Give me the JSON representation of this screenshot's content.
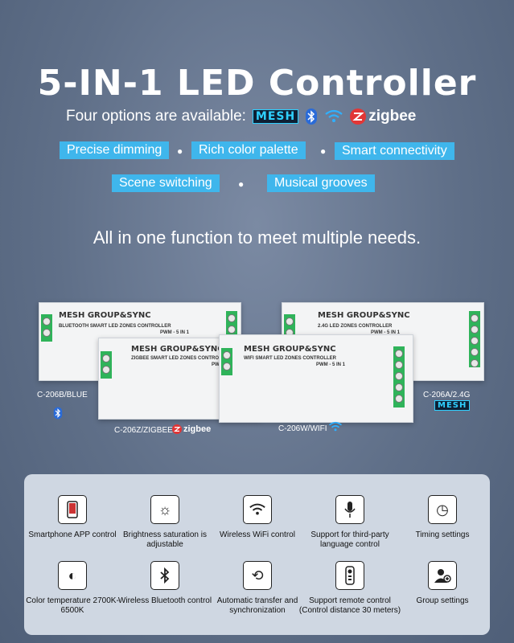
{
  "title": "5-IN-1 LED Controller",
  "options": {
    "label": "Four options are available:",
    "mesh": "MESH",
    "zigbee": "zigbee"
  },
  "pills": [
    "Precise dimming",
    "Rich color palette",
    "Smart connectivity",
    "Scene switching",
    "Musical grooves"
  ],
  "subtitle": "All in one function to meet multiple needs.",
  "devices": [
    {
      "head": "MESH GROUP&SYNC",
      "sub": "BLUETOOTH SMART LED ZONES CONTROLLER",
      "pwm": "PWM - 5 IN 1",
      "model": "C-206B/BLUE"
    },
    {
      "head": "MESH GROUP&SYNC",
      "sub": "2.4G LED ZONES CONTROLLER",
      "pwm": "PWM - 5 IN 1",
      "model": "C-206A/2.4G"
    },
    {
      "head": "MESH GROUP&SYNC",
      "sub": "ZIGBEE SMART LED ZONES CONTROL",
      "pwm": "PW",
      "model": "C-206Z/ZIGBEE"
    },
    {
      "head": "MESH GROUP&SYNC",
      "sub": "WIFI SMART LED ZONES CONTROLLER",
      "pwm": "PWM - 5 IN 1",
      "model": "C-206W/WIFI"
    }
  ],
  "features": [
    {
      "icon": "smartphone-icon",
      "label": "Smartphone APP control"
    },
    {
      "icon": "brightness-icon",
      "label": "Brightness saturation is adjustable"
    },
    {
      "icon": "wifi-icon",
      "label": "Wireless WiFi control"
    },
    {
      "icon": "microphone-icon",
      "label": "Support for third-party language control"
    },
    {
      "icon": "clock-icon",
      "label": "Timing settings"
    },
    {
      "icon": "color-temperature-icon",
      "label": "Color temperature 2700K-6500K"
    },
    {
      "icon": "bluetooth-icon",
      "label": "Wireless Bluetooth control"
    },
    {
      "icon": "sync-icon",
      "label": "Automatic transfer and synchronization"
    },
    {
      "icon": "remote-icon",
      "label": "Support remote control (Control distance 30 meters)"
    },
    {
      "icon": "group-icon",
      "label": "Group settings"
    }
  ],
  "colors": {
    "accent": "#3fb6ec",
    "terminal": "#2fb35a",
    "panel": "#cfd7e2"
  }
}
